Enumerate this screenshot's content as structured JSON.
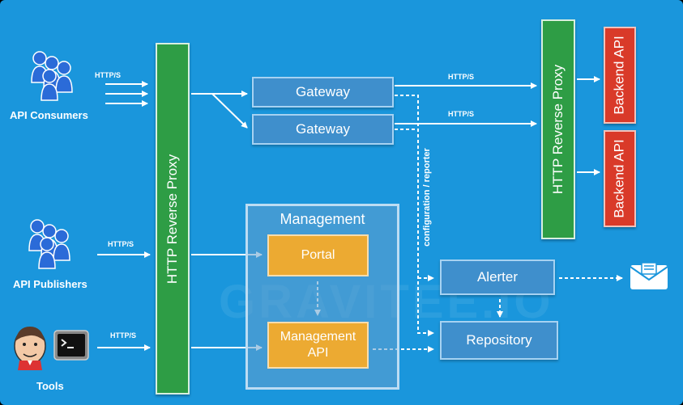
{
  "actors": {
    "consumers": "API Consumers",
    "publishers": "API Publishers",
    "tools": "Tools"
  },
  "protocols": {
    "consumers_in": "HTTP/S",
    "publishers_in": "HTTP/S",
    "tools_in": "HTTP/S",
    "gw1_out": "HTTP/S",
    "gw2_out": "HTTP/S"
  },
  "proxies": {
    "left": "HTTP Reverse Proxy",
    "right": "HTTP Reverse Proxy"
  },
  "gateways": [
    "Gateway",
    "Gateway"
  ],
  "backends": [
    "Backend  API",
    "Backend  API"
  ],
  "management": {
    "title": "Management",
    "portal": "Portal",
    "api": "Management\nAPI"
  },
  "side_link_label": "configuration / reporter",
  "alerter": "Alerter",
  "repository": "Repository",
  "watermark": "GRAVITEE.IO",
  "colors": {
    "background": "#1a96dc",
    "proxy_green": "#2e9d45",
    "backend_red": "#d93a29",
    "management_orange": "#ecaa32"
  },
  "icons": [
    "people-icon",
    "jenkins-icon",
    "terminal-icon",
    "email-icon"
  ]
}
